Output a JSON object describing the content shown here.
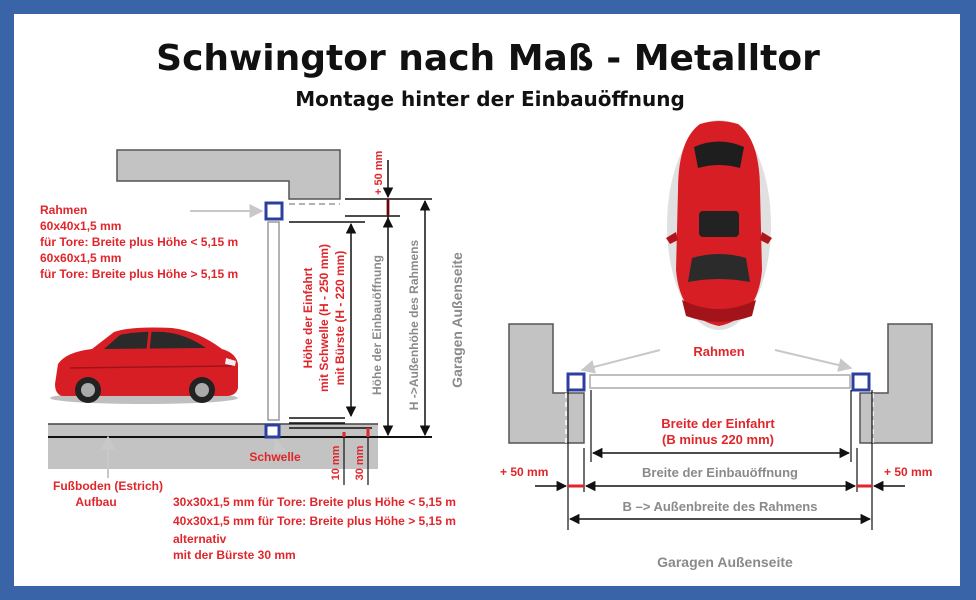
{
  "title": "Schwingtor nach Maß - Metalltor",
  "subtitle": "Montage hinter der Einbauöffnung",
  "left": {
    "rahmen_lines": [
      "Rahmen",
      "60x40x1,5 mm",
      "für Tore: Breite plus Höhe < 5,15 m",
      "60x60x1,5 mm",
      "für Tore: Breite plus Höhe > 5,15 m"
    ],
    "plus50": "+ 50 mm",
    "hoehe_einfahrt_lines": [
      "Höhe der Einfahrt",
      "mit Schwelle (H - 250 mm)",
      "mit Bürste (H - 220 mm)"
    ],
    "hoehe_einbauoeffnung": "Höhe der Einbauöffnung",
    "aussenhoehe": "H ->Außenhöhe des Rahmens",
    "garagen_aussenseite": "Garagen Außenseite",
    "fussboden_lines": [
      "Fußboden (Estrich)",
      "Aufbau"
    ],
    "schwelle": "Schwelle",
    "schwelle_lines": [
      "30x30x1,5 mm für Tore: Breite plus Höhe < 5,15 m",
      "40x30x1,5 mm für Tore: Breite plus Höhe > 5,15 m",
      "alternativ",
      "mit der Bürste 30 mm"
    ],
    "dim_10": "10 mm",
    "dim_30": "30 mm"
  },
  "right": {
    "rahmen": "Rahmen",
    "breite_einfahrt_lines": [
      "Breite der Einfahrt",
      "(B minus 220 mm)"
    ],
    "breite_einbauoeffnung": "Breite der Einbauöffnung",
    "aussenbreite": "B –> Außenbreite des Rahmens",
    "plus50_left": "+ 50 mm",
    "plus50_right": "+ 50 mm",
    "garagen_aussenseite": "Garagen Außenseite"
  },
  "colors": {
    "frame_border": "#3a64a8",
    "accent_red": "#e0262b",
    "wall_gray": "#bdbdbd",
    "frame_blue": "#2b3fa0",
    "car_red": "#d81e25"
  }
}
